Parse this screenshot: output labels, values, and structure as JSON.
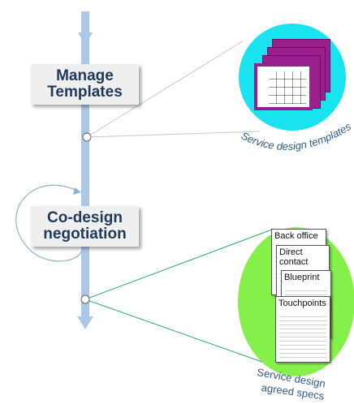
{
  "steps": {
    "manage_templates": "Manage\nTemplates",
    "co_design": "Co-design\nnegotiation"
  },
  "callouts": {
    "templates_caption": "Service design templates",
    "specs_caption_line1": "Service design",
    "specs_caption_line2": "agreed specs"
  },
  "documents": {
    "back_office": "Back office",
    "direct_contact": "Direct\ncontact",
    "blueprint": "Blueprint",
    "touchpoints": "Touchpoints"
  },
  "colors": {
    "flow_arrow": "#aac8e6",
    "box_text": "#1f3a5a",
    "cyan_circle": "#19e3ef",
    "green_circle": "#86f04a",
    "magenta_template": "#9b1f8f",
    "caption_text": "#2f5b8a"
  }
}
